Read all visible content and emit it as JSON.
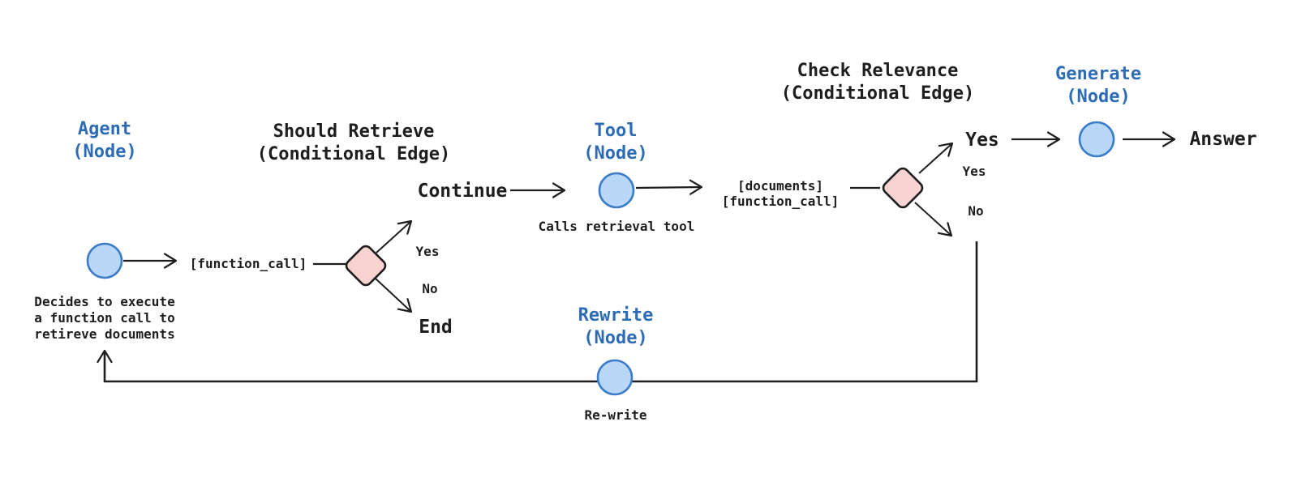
{
  "colors": {
    "background": "#ffffff",
    "blue_text": "#2d6cb5",
    "dark_ink": "#1e1e1e",
    "node_fill": "#b9d8f7",
    "node_stroke": "#3d7cc9",
    "diamond_fill": "#f9d2d2"
  },
  "nodes": {
    "agent": {
      "title_line1": "Agent",
      "title_line2": "(Node)",
      "caption_line1": "Decides to execute",
      "caption_line2": "a function call to",
      "caption_line3": "retireve documents"
    },
    "should_retrieve": {
      "title_line1": "Should Retrieve",
      "title_line2": "(Conditional Edge)",
      "yes_label": "Yes",
      "no_label": "No",
      "yes_target": "Continue",
      "no_target": "End"
    },
    "tool": {
      "title_line1": "Tool",
      "title_line2": "(Node)",
      "caption": "Calls retrieval tool"
    },
    "check_relevance": {
      "title_line1": "Check Relevance",
      "title_line2": "(Conditional Edge)",
      "yes_label": "Yes",
      "no_label": "No",
      "yes_target": "Yes"
    },
    "generate": {
      "title_line1": "Generate",
      "title_line2": "(Node)",
      "output_label": "Answer"
    },
    "rewrite": {
      "title_line1": "Rewrite",
      "title_line2": "(Node)",
      "caption": "Re-write"
    }
  },
  "edges": {
    "agent_to_decision": "[function_call]",
    "tool_to_decision_line1": "[documents]",
    "tool_to_decision_line2": "[function_call]"
  }
}
